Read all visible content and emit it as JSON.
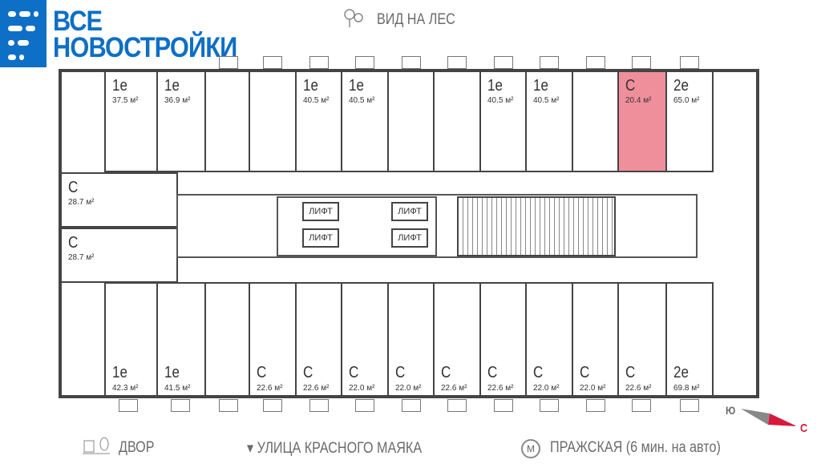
{
  "logo": {
    "line1": "ВСЕ",
    "line2": "НОВОСТРОЙКИ"
  },
  "orientation": {
    "top": "ВИД НА ЛЕС",
    "yard": "ДВОР",
    "street": "УЛИЦА КРАСНОГО МАЯКА",
    "metro_letter": "М",
    "metro": "ПРАЖСКАЯ (6 мин. на авто)"
  },
  "compass": {
    "south": "Ю",
    "north": "С"
  },
  "lift_label": "ЛИФТ",
  "highlight_color": "#f08f9c",
  "top_units": [
    {
      "type": "1e",
      "area": "37.5 м²"
    },
    {
      "type": "1e",
      "area": "36.9 м²"
    },
    {
      "type": "",
      "area": ""
    },
    {
      "type": "",
      "area": ""
    },
    {
      "type": "1e",
      "area": "40.5 м²"
    },
    {
      "type": "1e",
      "area": "40.5 м²"
    },
    {
      "type": "",
      "area": ""
    },
    {
      "type": "",
      "area": ""
    },
    {
      "type": "1e",
      "area": "40.5 м²"
    },
    {
      "type": "1e",
      "area": "40.5 м²"
    },
    {
      "type": "",
      "area": ""
    },
    {
      "type": "С",
      "area": "20.4 м²",
      "selected": true
    },
    {
      "type": "2e",
      "area": "65.0 м²"
    }
  ],
  "left_units": [
    {
      "type": "С",
      "area": "28.7 м²"
    },
    {
      "type": "С",
      "area": "28.7 м²"
    }
  ],
  "bottom_units": [
    {
      "type": "1e",
      "area": "42.3 м²"
    },
    {
      "type": "1e",
      "area": "41.5 м²"
    },
    {
      "type": "",
      "area": ""
    },
    {
      "type": "С",
      "area": "22.6 м²"
    },
    {
      "type": "С",
      "area": "22.6 м²"
    },
    {
      "type": "С",
      "area": "22.0 м²"
    },
    {
      "type": "С",
      "area": "22.0 м²"
    },
    {
      "type": "С",
      "area": "22.6 м²"
    },
    {
      "type": "С",
      "area": "22.6 м²"
    },
    {
      "type": "С",
      "area": "22.0 м²"
    },
    {
      "type": "С",
      "area": "22.0 м²"
    },
    {
      "type": "С",
      "area": "22.6 м²"
    },
    {
      "type": "2e",
      "area": "69.8 м²"
    }
  ]
}
